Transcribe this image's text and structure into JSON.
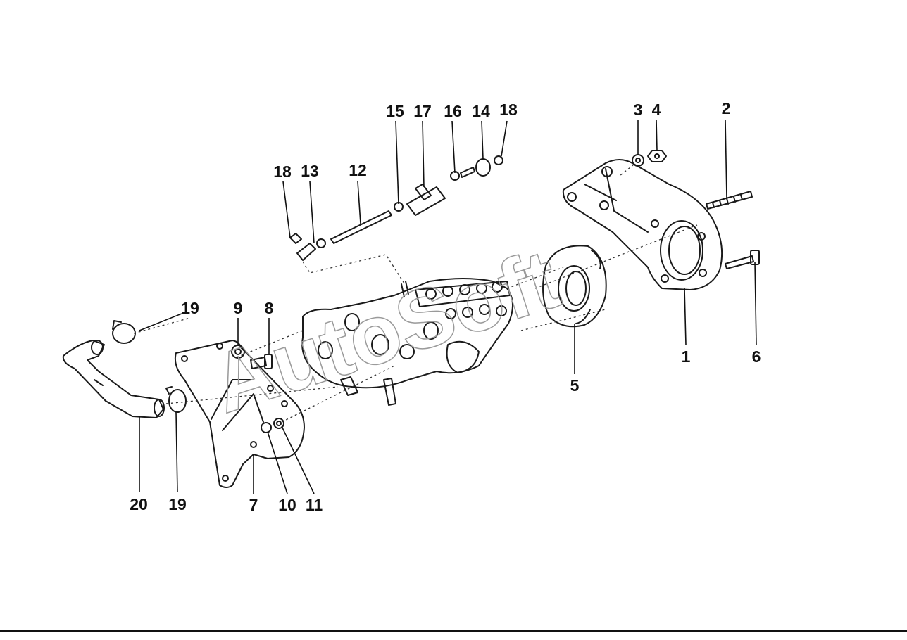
{
  "diagram": {
    "watermark": "AutoSoft",
    "callouts": {
      "c1": "1",
      "c2": "2",
      "c3": "3",
      "c4": "4",
      "c5": "5",
      "c6": "6",
      "c7": "7",
      "c8": "8",
      "c9": "9",
      "c10": "10",
      "c11": "11",
      "c12": "12",
      "c13": "13",
      "c14": "14",
      "c15": "15",
      "c16": "16",
      "c17": "17",
      "c18a": "18",
      "c18b": "18",
      "c19a": "19",
      "c19b": "19",
      "c20": "20"
    }
  }
}
